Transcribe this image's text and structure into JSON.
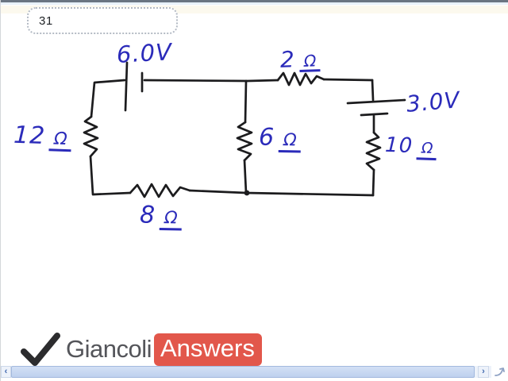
{
  "page": {
    "problem_number": "31"
  },
  "circuit": {
    "ink_color": "#1c1c1e",
    "label_color": "#2b2bba",
    "batteries": [
      {
        "name": "battery-left",
        "label": "6.0V"
      },
      {
        "name": "battery-right",
        "label": "3.0V"
      }
    ],
    "resistors": [
      {
        "name": "resistor-left-branch",
        "value": "12",
        "unit": "Ω"
      },
      {
        "name": "resistor-middle-branch",
        "value": "6",
        "unit": "Ω"
      },
      {
        "name": "resistor-top-right",
        "value": "2",
        "unit": "Ω"
      },
      {
        "name": "resistor-right-branch",
        "value": "10",
        "unit": "Ω"
      },
      {
        "name": "resistor-bottom",
        "value": "8",
        "unit": "Ω"
      }
    ]
  },
  "footer": {
    "logo": {
      "checkmark_icon": "checkmark",
      "brand_first": "Giancoli",
      "brand_second": "Answers",
      "badge_color": "#e2574b",
      "text_color": "#54555a"
    }
  },
  "scrollbar": {
    "left_arrow": "‹",
    "right_arrow": "›",
    "thumb_color": "#c6d6f1",
    "arrow_color": "#3f67ae",
    "resize_grip_icon": "resize-grip"
  }
}
